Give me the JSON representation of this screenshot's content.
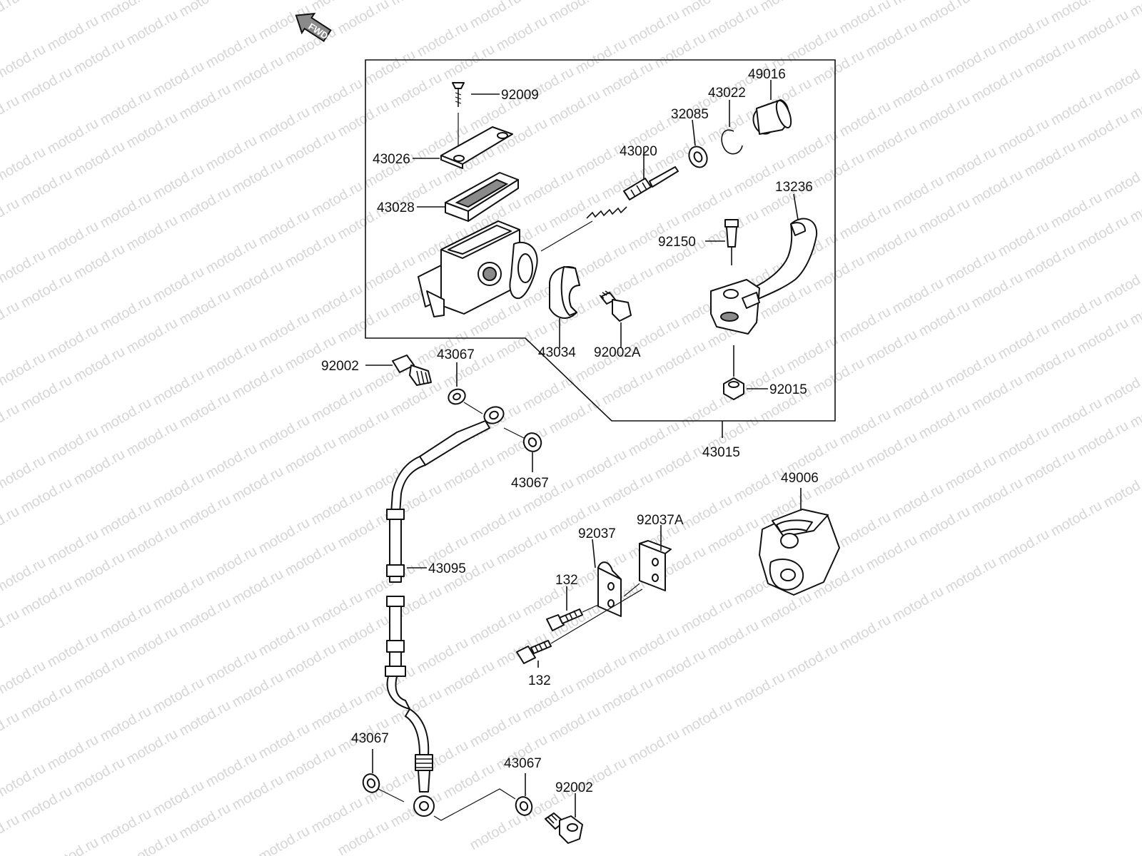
{
  "watermark": "motod.ru",
  "fwd_label": "FWD",
  "callouts": {
    "screw_92009": "92009",
    "cap_43026": "43026",
    "diaphragm_43028": "43028",
    "piston_43020": "43020",
    "washer_32085": "32085",
    "circlip_43022": "43022",
    "boot_49016": "49016",
    "lever_13236": "13236",
    "pivot_bolt_92150": "92150",
    "holder_43034": "43034",
    "bolt_92002A": "92002A",
    "nut_92015": "92015",
    "assembly_43015": "43015",
    "banjo_bolt_92002_top": "92002",
    "gasket_43067_a": "43067",
    "gasket_43067_b": "43067",
    "hose_43095": "43095",
    "clamp_92037": "92037",
    "clamp_92037A": "92037A",
    "bolt_132_a": "132",
    "bolt_132_b": "132",
    "guard_49006": "49006",
    "gasket_43067_c": "43067",
    "gasket_43067_d": "43067",
    "banjo_bolt_92002_bottom": "92002"
  }
}
